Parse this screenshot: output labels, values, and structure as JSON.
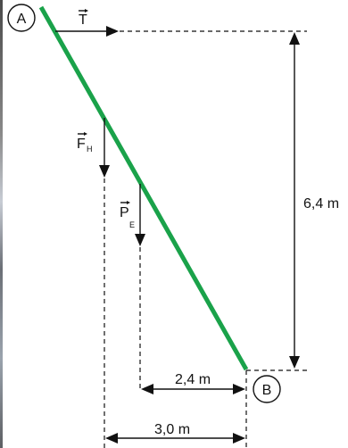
{
  "points": {
    "top": "A",
    "bottom": "B"
  },
  "forces": {
    "tension": {
      "symbol": "T",
      "subscript": ""
    },
    "gravity_beam": {
      "symbol": "F",
      "subscript": "H"
    },
    "gravity_weight": {
      "symbol": "P",
      "subscript": "E"
    }
  },
  "dimensions": {
    "height": "6,4 m",
    "arm_weight": "2,4 m",
    "arm_beam": "3,0 m"
  },
  "colors": {
    "beam": "#1aa24a",
    "ink": "#111111"
  }
}
